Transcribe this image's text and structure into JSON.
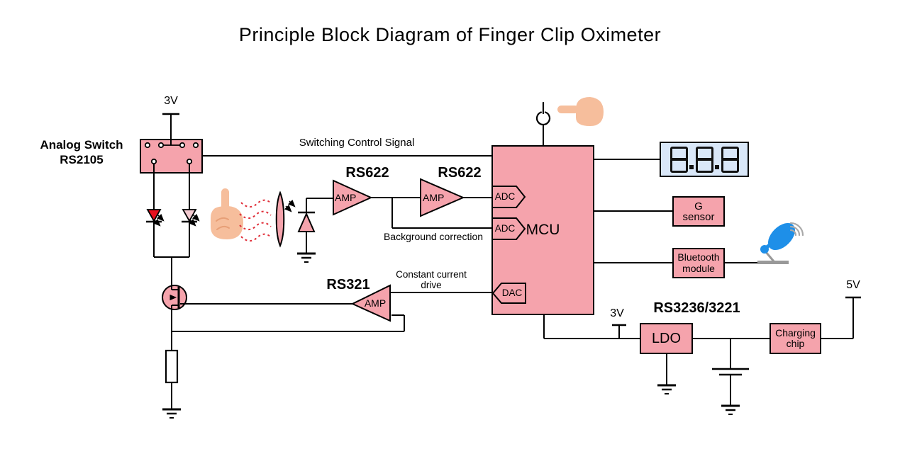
{
  "title": "Principle Block Diagram of Finger Clip Oximeter",
  "analog_switch": {
    "name": "Analog Switch",
    "part": "RS2105",
    "supply": "3V"
  },
  "signals": {
    "switching": "Switching Control Signal",
    "background": "Background correction",
    "constant_current_line1": "Constant current",
    "constant_current_line2": "drive"
  },
  "amps": {
    "amp_label": "AMP",
    "stage1_part": "RS622",
    "stage2_part": "RS622",
    "driver_part": "RS321"
  },
  "mcu": {
    "label": "MCU",
    "adc1": "ADC",
    "adc2": "ADC",
    "dac": "DAC"
  },
  "display": {
    "value": "8.8.8"
  },
  "g_sensor": {
    "line1": "G",
    "line2": "sensor"
  },
  "bluetooth": {
    "line1": "Bluetooth",
    "line2": "module"
  },
  "power": {
    "ldo_label": "LDO",
    "ldo_part": "RS3236/3221",
    "ldo_rail": "3V",
    "charging_line1": "Charging",
    "charging_line2": "chip",
    "charger_rail": "5V"
  },
  "colors": {
    "block_pink": "#F5A3AC",
    "display_blue": "#D9E7F8",
    "led_red": "#E8101E",
    "led_ir": "#F3CBD1",
    "ray_red": "#E0303A",
    "hand_peach": "#F6BE9C",
    "antenna_blue": "#1E8FE8",
    "line_black": "#000000"
  }
}
